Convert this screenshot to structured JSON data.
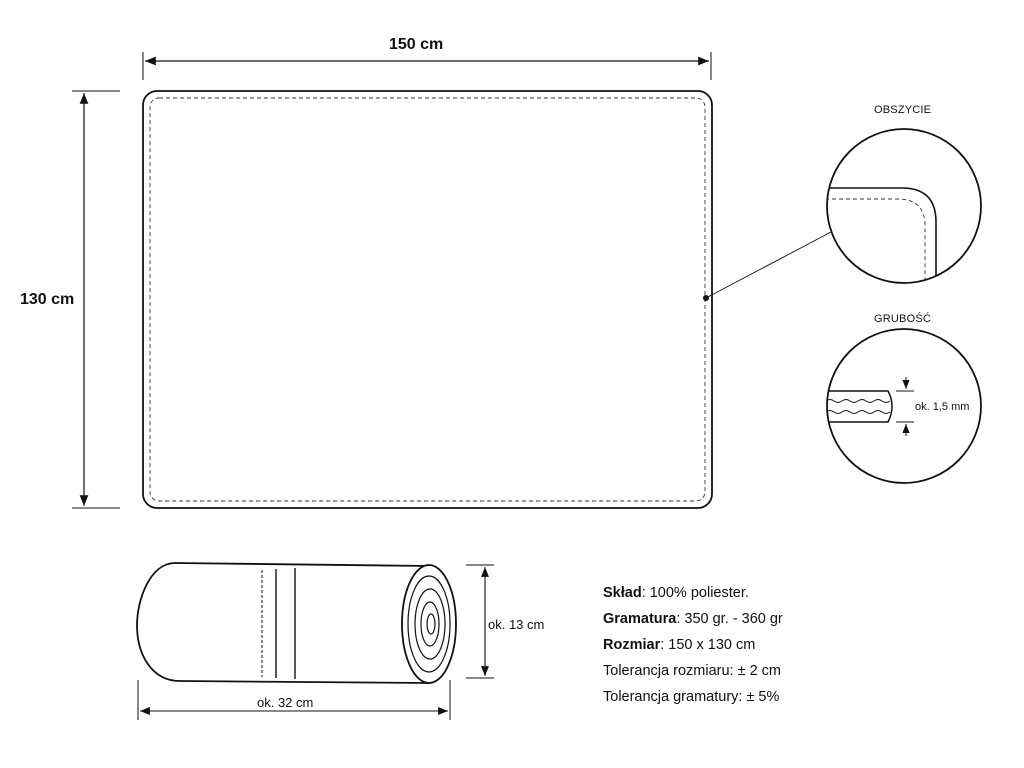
{
  "dimensions": {
    "width_label": "150 cm",
    "height_label": "130 cm",
    "roll_diameter_label": "ok. 13 cm",
    "roll_length_label": "ok. 32 cm"
  },
  "details": {
    "edge": {
      "title": "OBSZYCIE"
    },
    "thickness": {
      "title": "GRUBOŚĆ",
      "value_label": "ok. 1,5 mm"
    }
  },
  "specs": [
    {
      "key": "Skład",
      "value": ": 100% poliester."
    },
    {
      "key": "Gramatura",
      "value": ": 350 gr. - 360 gr"
    },
    {
      "key": "Rozmiar",
      "value": ": 150 x 130 cm"
    },
    {
      "key": "",
      "value": "Tolerancja rozmiaru: ± 2 cm"
    },
    {
      "key": "",
      "value": "Tolerancja gramatury: ±  5%"
    }
  ],
  "colors": {
    "line": "#111111",
    "background": "#ffffff"
  }
}
